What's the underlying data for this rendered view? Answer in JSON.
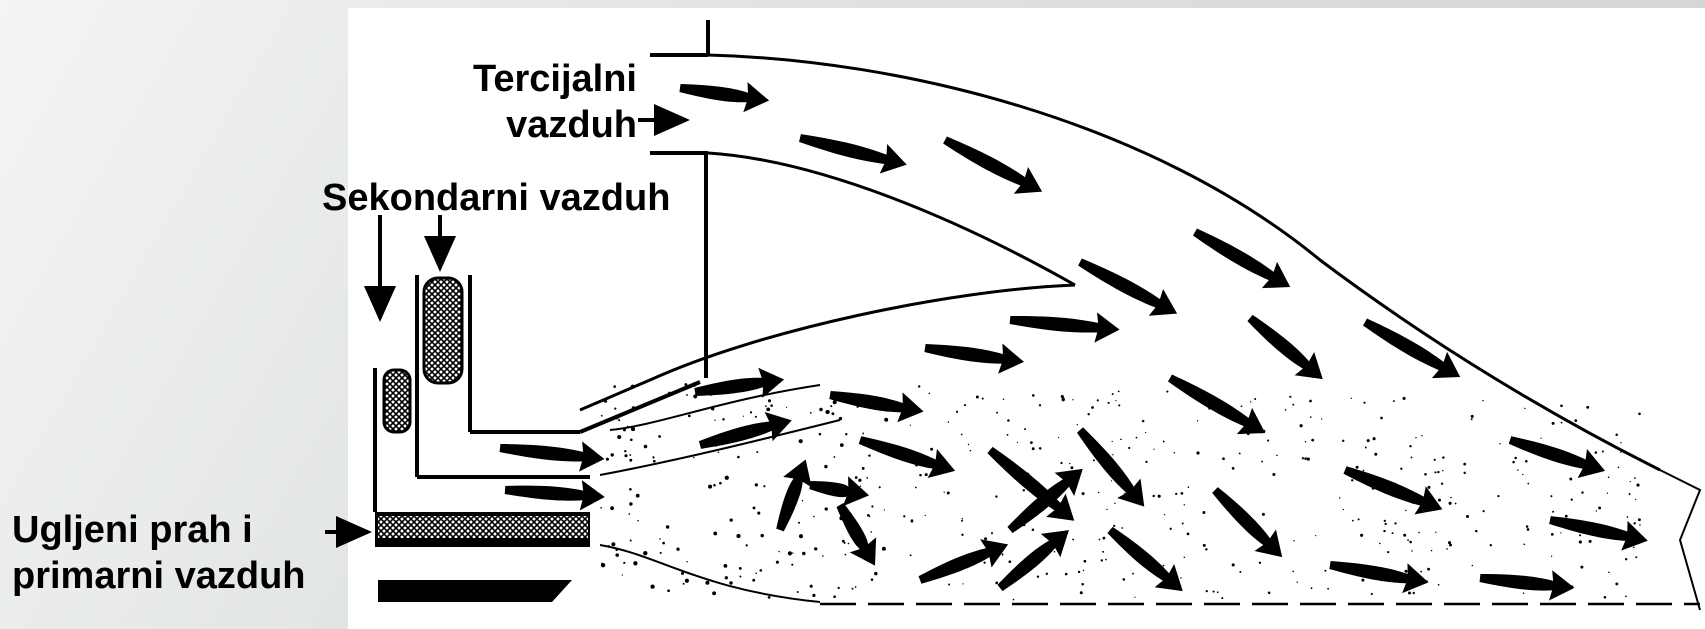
{
  "labels": {
    "tertiary_line1": "Tercijalni",
    "tertiary_line2": "vazduh",
    "secondary": "Sekondarni vazduh",
    "coal_line1": "Ugljeni prah i",
    "coal_line2": "primarni vazduh"
  },
  "colors": {
    "ink": "#000000",
    "panel": "#ffffff",
    "background": "#dfe3df"
  },
  "icons": [
    "flow-arrow-icon",
    "feed-arrow-icon",
    "burner-filter-icon"
  ]
}
